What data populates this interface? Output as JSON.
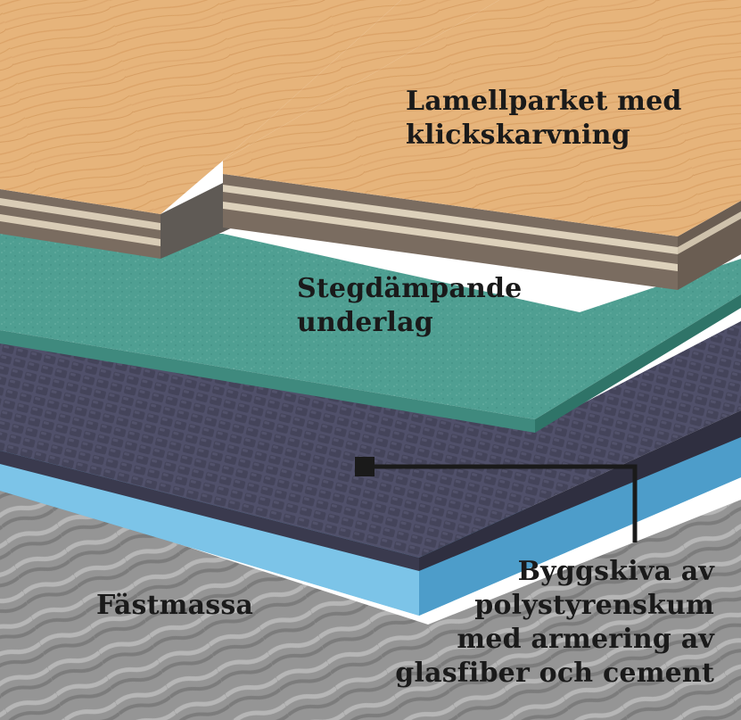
{
  "labels": {
    "parquet": {
      "lines": [
        "Lamellparket med",
        "klickskarvning"
      ]
    },
    "underlay": {
      "lines": [
        "Stegdämpande",
        "underlag"
      ]
    },
    "board": {
      "lines": [
        "Byggskiva av",
        "polystyrenskum",
        "med armering av",
        "glasfiber och cement"
      ]
    },
    "adhesive": {
      "lines": [
        "Fästmassa"
      ]
    }
  },
  "colors": {
    "wood_top": "#e8b77e",
    "wood_dark": "#c98b4f",
    "wood_edge_light": "#d9cdb8",
    "wood_edge_dark": "#6b5e52",
    "underlay": "#4f9f92",
    "underlay_edge": "#3f8a7e",
    "mesh": "#4a4a5e",
    "foam": "#69b7e0",
    "adhesive": "#8f8f8f",
    "leader": "#1a1a1a"
  }
}
